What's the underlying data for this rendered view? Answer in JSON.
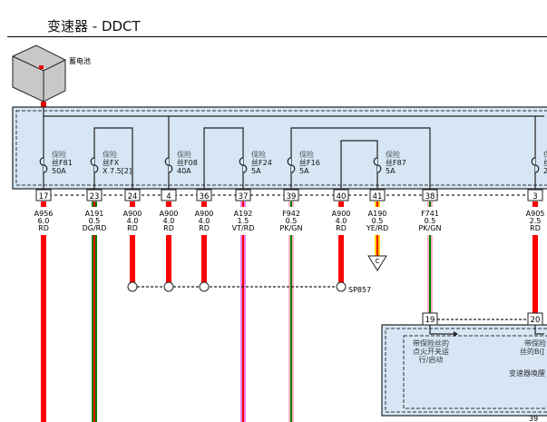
{
  "title": "变速器 - DDCT",
  "battery": {
    "label": "蓄电池"
  },
  "fuse_prefix_line1": "保险",
  "fuse_prefix_line2": "丝",
  "fuses": [
    {
      "name": "F81",
      "rating": "50A"
    },
    {
      "name": "FX",
      "rating": "X 7.5[2]"
    },
    {
      "name": "F08",
      "rating": "40A"
    },
    {
      "name": "F24",
      "rating": "5A"
    },
    {
      "name": "F16",
      "rating": "5A"
    },
    {
      "name": "F87",
      "rating": "5A"
    },
    {
      "name": "",
      "rating": "2"
    }
  ],
  "pins": [
    {
      "pin": "17",
      "circuit": "A956",
      "size": "6.0",
      "color": "RD",
      "stripes": [
        "#ff0000"
      ]
    },
    {
      "pin": "23",
      "circuit": "A191",
      "size": "0.5",
      "color": "DG/RD",
      "stripes": [
        "#008000",
        "#ff0000",
        "#008000"
      ]
    },
    {
      "pin": "24",
      "circuit": "A900",
      "size": "4.0",
      "color": "RD",
      "stripes": [
        "#ff0000"
      ]
    },
    {
      "pin": "4",
      "circuit": "A900",
      "size": "4.0",
      "color": "RD",
      "stripes": [
        "#ff0000"
      ]
    },
    {
      "pin": "36",
      "circuit": "A900",
      "size": "4.0",
      "color": "RD",
      "stripes": [
        "#ff0000"
      ]
    },
    {
      "pin": "37",
      "circuit": "A192",
      "size": "1.5",
      "color": "VT/RD",
      "stripes": [
        "#ee82ee",
        "#ff0000",
        "#ee82ee"
      ]
    },
    {
      "pin": "39",
      "circuit": "F942",
      "size": "0.5",
      "color": "PK/GN",
      "stripes": [
        "#ffb0c0",
        "#008000",
        "#ffb0c0"
      ]
    },
    {
      "pin": "40",
      "circuit": "A900",
      "size": "4.0",
      "color": "RD",
      "stripes": [
        "#ff0000"
      ]
    },
    {
      "pin": "41",
      "circuit": "A190",
      "size": "0.5",
      "color": "YE/RD",
      "stripes": [
        "#ffd700",
        "#ff0000",
        "#ffd700"
      ]
    },
    {
      "pin": "38",
      "circuit": "F741",
      "size": "0.5",
      "color": "PK/GN",
      "stripes": [
        "#ffb0c0",
        "#008000",
        "#ffb0c0"
      ]
    },
    {
      "pin": "3",
      "circuit": "A905",
      "size": "2.5",
      "color": "RD",
      "stripes": [
        "#ff0000"
      ]
    }
  ],
  "splice": {
    "label": "SP857"
  },
  "ground": {
    "label": "C"
  },
  "module": {
    "pins": [
      "19",
      "20",
      "39"
    ],
    "label_left": [
      "带保险丝的",
      "点火开关运",
      "行/启动"
    ],
    "label_right": [
      "带保险",
      "丝的B(["
    ],
    "label_module": "变速器唤醒"
  },
  "colors": {
    "box_fill": "#d6e6f5",
    "wire_red": "#ff0000"
  }
}
